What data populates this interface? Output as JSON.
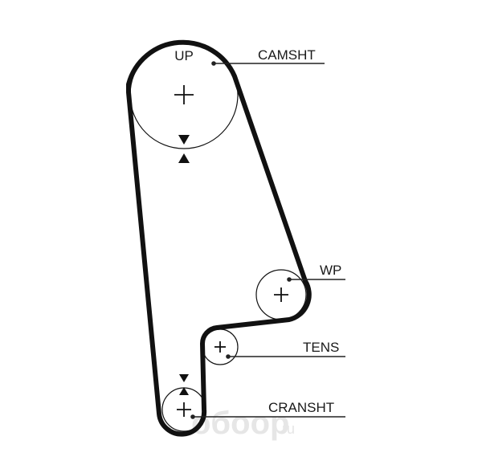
{
  "labels": {
    "up": "UP",
    "camshaft": "CAMSHT",
    "water_pump": "WP",
    "tensioner": "TENS",
    "crankshaft": "CRANSHT"
  },
  "watermark": {
    "brand": "обоор",
    "domain": ".ru"
  },
  "colors": {
    "belt": "#111111",
    "line": "#222222",
    "background": "#ffffff"
  }
}
